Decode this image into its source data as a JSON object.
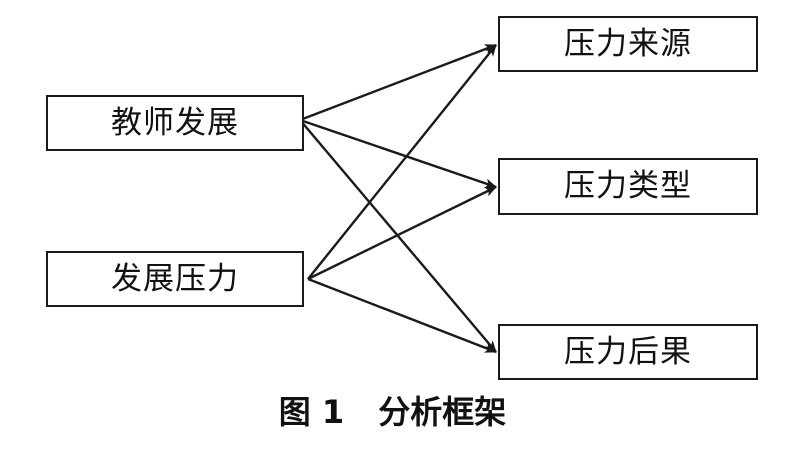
{
  "diagram": {
    "left_nodes": [
      {
        "id": "teacher",
        "label": "教师发展"
      },
      {
        "id": "stress",
        "label": "发展压力"
      }
    ],
    "right_nodes": [
      {
        "id": "source",
        "label": "压力来源"
      },
      {
        "id": "type",
        "label": "压力类型"
      },
      {
        "id": "result",
        "label": "压力后果"
      }
    ],
    "edges": [
      {
        "from": "teacher",
        "to": "source"
      },
      {
        "from": "teacher",
        "to": "type"
      },
      {
        "from": "teacher",
        "to": "result"
      },
      {
        "from": "stress",
        "to": "source"
      },
      {
        "from": "stress",
        "to": "type"
      },
      {
        "from": "stress",
        "to": "result"
      }
    ],
    "colors": {
      "stroke": "#1a1a1a",
      "background": "#ffffff"
    }
  },
  "caption": {
    "figure_number": "图 1",
    "title": "分析框架"
  }
}
